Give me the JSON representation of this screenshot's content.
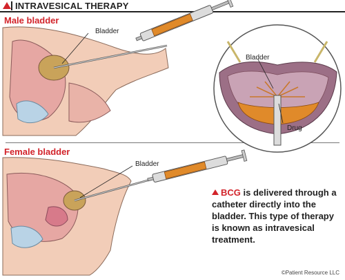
{
  "header": {
    "title": "INTRAVESICAL THERAPY"
  },
  "sections": {
    "male_title": "Male bladder",
    "female_title": "Female bladder"
  },
  "labels": {
    "male_bladder": "Bladder",
    "inset_bladder": "Bladder",
    "inset_drug": "Drug",
    "female_bladder": "Bladder"
  },
  "caption": {
    "highlight": "BCG",
    "text": " is delivered through a catheter directly into the bladder. This type of therapy is known as intravesical treatment."
  },
  "copyright": "©Patient Resource LLC",
  "colors": {
    "accent": "#d2232a",
    "skin": "#f2cdb8",
    "tissue": "#e6a7a3",
    "bladder_wall": "#9c6f86",
    "drug": "#e08a2a",
    "syringe": "#c8c8c8"
  }
}
